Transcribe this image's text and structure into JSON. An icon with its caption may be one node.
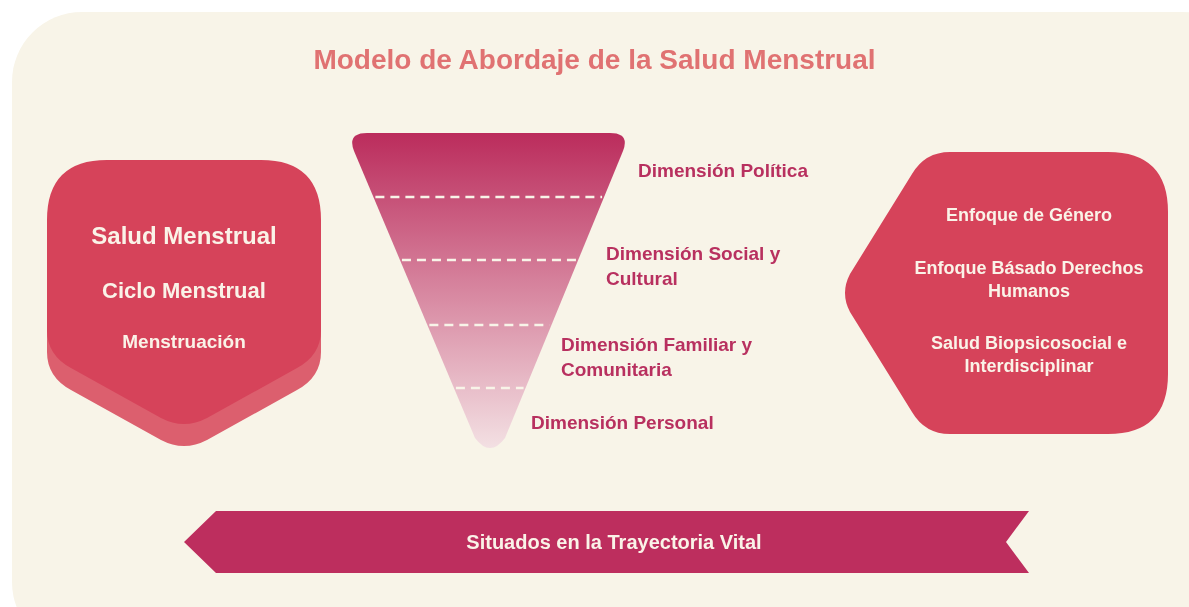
{
  "diagram": {
    "title": "Modelo de Abordaje de la Salud Menstrual",
    "nodes": [
      {
        "text": [
          "Salud Menstrual",
          "Ciclo Menstrual",
          "Menstruación"
        ]
      },
      {
        "text": [],
        "shape": "triangle",
        "beside": [
          "Dimensión Política",
          "Dimensión Social y Cultural",
          "Dimensión Familiar y Comunitaria",
          "Dimensión Personal"
        ]
      },
      {
        "text": [
          "Enfoque de Género",
          "Enfoque Básado Derechos Humanos",
          "Salud Biopsicosocial e Interdisciplinar"
        ]
      },
      {
        "text": [
          "Situados en la Trayectoria Vital"
        ]
      }
    ]
  }
}
